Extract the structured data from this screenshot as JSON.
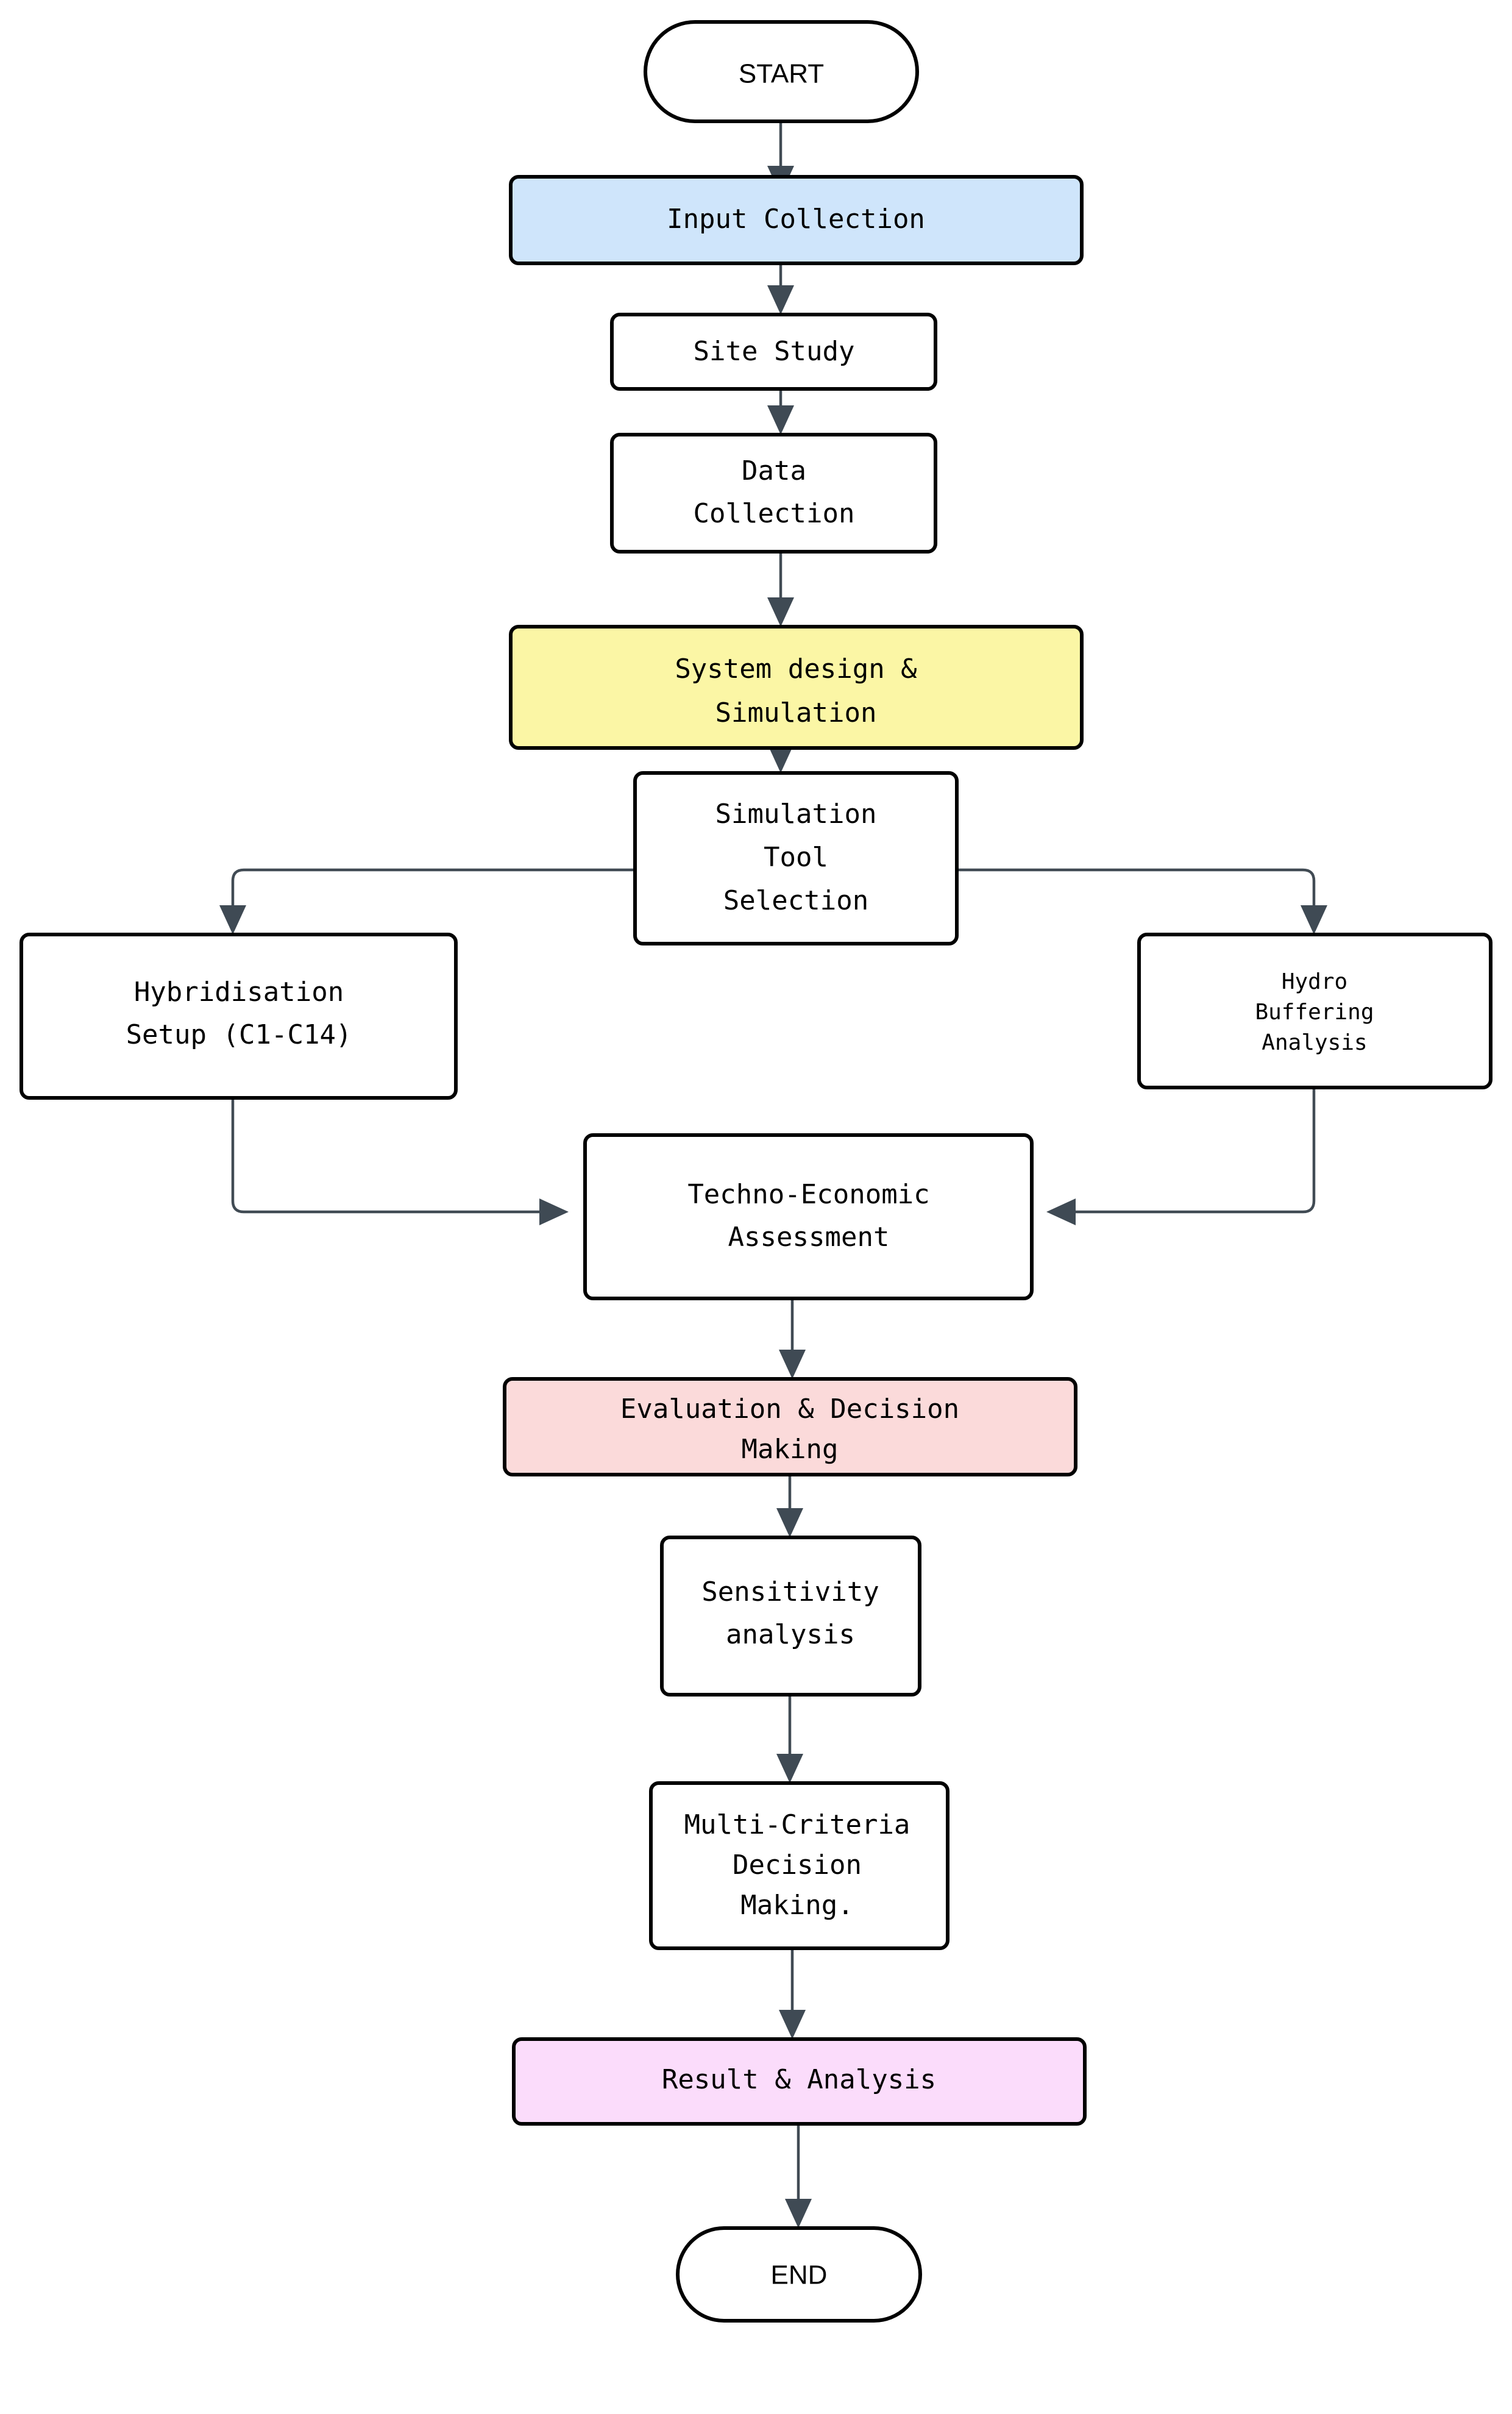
{
  "diagram": {
    "type": "flowchart",
    "orientation": "top-to-bottom",
    "background_color": "#ffffff",
    "edge_color": "#414b54",
    "node_border_color": "#000000",
    "nodes": [
      {
        "id": "start",
        "label": "START",
        "shape": "stadium",
        "fill": "#ffffff"
      },
      {
        "id": "input",
        "label": "Input Collection",
        "shape": "rounded-rect",
        "fill": "#cfe5fb"
      },
      {
        "id": "site",
        "label": "Site Study",
        "shape": "rounded-rect",
        "fill": "#ffffff"
      },
      {
        "id": "data",
        "label": "Data Collection",
        "shape": "rounded-rect",
        "fill": "#ffffff"
      },
      {
        "id": "design",
        "label": "System design & Simulation",
        "shape": "rounded-rect",
        "fill": "#fbf6a5"
      },
      {
        "id": "tool",
        "label": "Simulation Tool Selection",
        "shape": "rounded-rect",
        "fill": "#ffffff"
      },
      {
        "id": "hybrid",
        "label": "Hybridisation Setup (C1-C14)",
        "shape": "rounded-rect",
        "fill": "#ffffff"
      },
      {
        "id": "hydro",
        "label": "Hydro Buffering Analysis",
        "shape": "rounded-rect",
        "fill": "#ffffff"
      },
      {
        "id": "techno",
        "label": "Techno-Economic Assessment",
        "shape": "rounded-rect",
        "fill": "#ffffff"
      },
      {
        "id": "evaluate",
        "label": "Evaluation & Decision Making",
        "shape": "rounded-rect",
        "fill": "#fbdada"
      },
      {
        "id": "sens",
        "label": "Sensitivity analysis",
        "shape": "rounded-rect",
        "fill": "#ffffff"
      },
      {
        "id": "mcdm",
        "label": "Multi-Criteria Decision Making.",
        "shape": "rounded-rect",
        "fill": "#ffffff"
      },
      {
        "id": "result",
        "label": "Result & Analysis",
        "shape": "rounded-rect",
        "fill": "#fbdcfb"
      },
      {
        "id": "end",
        "label": "END",
        "shape": "stadium",
        "fill": "#ffffff"
      }
    ],
    "node_lines": {
      "start": [
        "START"
      ],
      "input": [
        "Input Collection"
      ],
      "site": [
        "Site Study"
      ],
      "data": [
        "Data",
        "Collection"
      ],
      "design": [
        "System design &",
        "Simulation"
      ],
      "tool": [
        "Simulation",
        "Tool",
        "Selection"
      ],
      "hybrid": [
        "Hybridisation",
        "Setup (C1-C14)"
      ],
      "hydro": [
        "Hydro",
        "Buffering",
        "Analysis"
      ],
      "techno": [
        "Techno-Economic",
        "Assessment"
      ],
      "evaluate": [
        "Evaluation & Decision",
        "Making"
      ],
      "sens": [
        "Sensitivity",
        "analysis"
      ],
      "mcdm": [
        "Multi-Criteria",
        "Decision",
        "Making."
      ],
      "result": [
        "Result & Analysis"
      ],
      "end": [
        "END"
      ]
    },
    "edges": [
      {
        "from": "start",
        "to": "input",
        "style": "straight-down"
      },
      {
        "from": "input",
        "to": "site",
        "style": "straight-down"
      },
      {
        "from": "site",
        "to": "data",
        "style": "straight-down"
      },
      {
        "from": "data",
        "to": "design",
        "style": "straight-down"
      },
      {
        "from": "design",
        "to": "tool",
        "style": "straight-down"
      },
      {
        "from": "tool",
        "to": "hybrid",
        "style": "elbow-left"
      },
      {
        "from": "tool",
        "to": "hydro",
        "style": "elbow-right"
      },
      {
        "from": "hybrid",
        "to": "techno",
        "style": "elbow-down-right"
      },
      {
        "from": "hydro",
        "to": "techno",
        "style": "elbow-down-left"
      },
      {
        "from": "techno",
        "to": "evaluate",
        "style": "straight-down"
      },
      {
        "from": "evaluate",
        "to": "sens",
        "style": "straight-down"
      },
      {
        "from": "sens",
        "to": "mcdm",
        "style": "straight-down"
      },
      {
        "from": "mcdm",
        "to": "result",
        "style": "straight-down"
      },
      {
        "from": "result",
        "to": "end",
        "style": "straight-down"
      }
    ]
  }
}
